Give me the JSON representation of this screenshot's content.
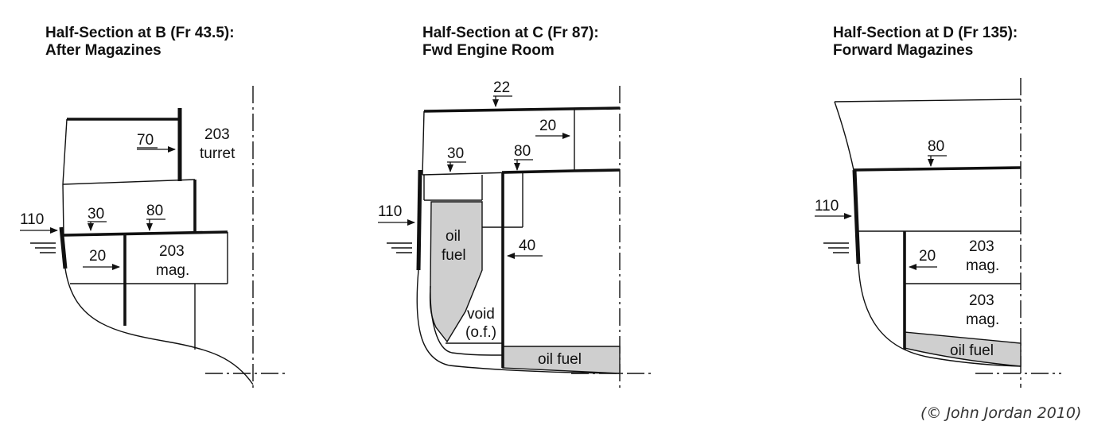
{
  "sections": [
    {
      "id": "b",
      "title_line1": "Half-Section at B (Fr 43.5):",
      "title_line2": "After Magazines",
      "labels": {
        "belt": "110",
        "deck_upper": "30",
        "deck_main": "80",
        "bulkhead_upper": "70",
        "bulkhead_lower": "20",
        "turret_size": "203",
        "turret_word": "turret",
        "mag_size": "203",
        "mag_word": "mag."
      }
    },
    {
      "id": "c",
      "title_line1": "Half-Section at C (Fr 87):",
      "title_line2": "Fwd Engine Room",
      "labels": {
        "upper_deck": "22",
        "deck_inner": "20",
        "deck_left": "30",
        "deck_main": "80",
        "belt": "110",
        "bulkhead": "40",
        "oil_word1": "oil",
        "oil_word2": "fuel",
        "void_word": "void",
        "void_note": "(o.f.)",
        "oil_bottom": "oil fuel"
      }
    },
    {
      "id": "d",
      "title_line1": "Half-Section at D (Fr 135):",
      "title_line2": "Forward Magazines",
      "labels": {
        "deck_main": "80",
        "belt": "110",
        "bulkhead": "20",
        "mag1_size": "203",
        "mag1_word": "mag.",
        "mag2_size": "203",
        "mag2_word": "mag.",
        "oil_bottom": "oil fuel"
      }
    }
  ],
  "credit": "(© John Jordan 2010)",
  "colors": {
    "line": "#111111",
    "oil_fill": "#cfcfcf",
    "background": "#ffffff"
  }
}
